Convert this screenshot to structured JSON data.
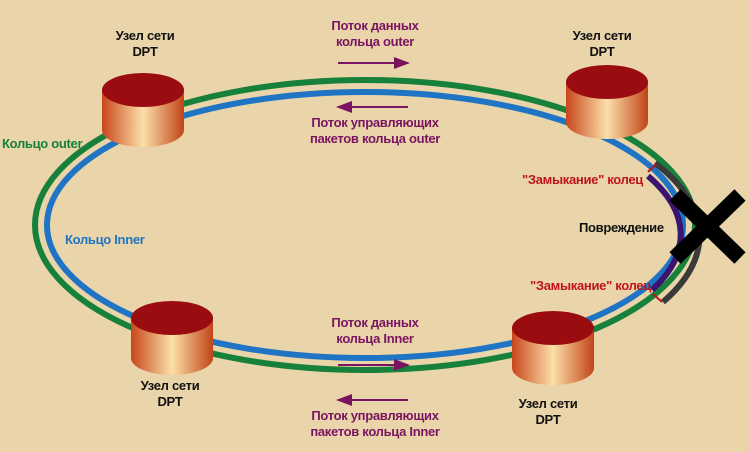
{
  "nodes": [
    {
      "label": "Узел сети\nDPT"
    },
    {
      "label": "Узел сети\nDPT"
    },
    {
      "label": "Узел сети\nDPT"
    },
    {
      "label": "Узел сети\nDPT"
    }
  ],
  "node_line1": "Узел сети",
  "node_line2": "DPT",
  "flows": {
    "outer_data": [
      "Поток данных",
      "кольца outer"
    ],
    "outer_control": [
      "Поток управляющих",
      "пакетов кольца outer"
    ],
    "inner_data": [
      "Поток данных",
      "кольца Inner"
    ],
    "inner_control": [
      "Поток управляющих",
      "пакетов кольца Inner"
    ]
  },
  "rings": {
    "outer": "Кольцо outer",
    "inner": "Кольцо Inner"
  },
  "wrap_label": "\"Замыкание\" колец",
  "damage_label": "Повреждение",
  "colors": {
    "background": "#e9d5a9",
    "outer_ring": "#17803a",
    "inner_ring": "#1f74c4",
    "wrapped_outer": "#3a3a3a",
    "wrapped_inner": "#3a1470",
    "flow_text": "#7a1461",
    "wrap_text": "#c0141c"
  }
}
